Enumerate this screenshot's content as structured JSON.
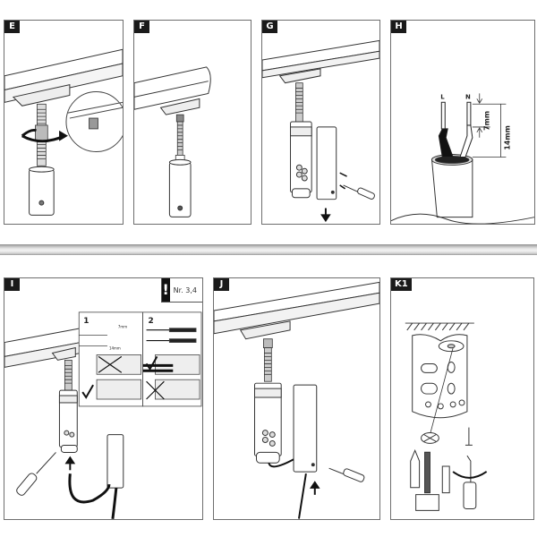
{
  "document": {
    "type": "installation-instruction-sheet"
  },
  "steps": {
    "E": {
      "label": "E",
      "description": "screw adjustment collar onto threaded rod, rotate"
    },
    "F": {
      "label": "F",
      "description": "pendant mounted under rail"
    },
    "G": {
      "label": "G",
      "description": "loosen screw and slide cover down"
    },
    "H": {
      "label": "H",
      "wire_labels": [
        "L",
        "N"
      ],
      "strip_length": "7mm",
      "sheath_length": "14mm"
    },
    "I": {
      "label": "I",
      "note_icon": "warning-exclamation",
      "note_ref": "Nr. 3,4",
      "subpanels": [
        {
          "number": "1",
          "dim_short": "7mm",
          "dim_long": "14mm"
        },
        {
          "number": "2"
        }
      ]
    },
    "J": {
      "label": "J",
      "description": "slide cover up and tighten screw"
    },
    "K1": {
      "label": "K1",
      "description": "ceiling mounting with drill, dowel, screw"
    }
  }
}
